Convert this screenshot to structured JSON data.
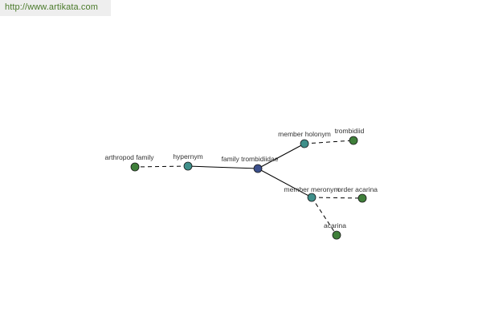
{
  "header": {
    "url": "http://www.artikata.com"
  },
  "colors": {
    "center_node": "#3b4f8c",
    "relation_node": "#3f8f8a",
    "leaf_node": "#3f7f3a",
    "edge": "#000000",
    "url_text": "#4a7a2a"
  },
  "graph": {
    "nodes": [
      {
        "id": "center",
        "label": "family trombidiidae",
        "kind": "center"
      },
      {
        "id": "hypernym",
        "label": "hypernym",
        "kind": "relation"
      },
      {
        "id": "holonym",
        "label": "member holonym",
        "kind": "relation"
      },
      {
        "id": "meronym",
        "label": "member meronym",
        "kind": "relation"
      },
      {
        "id": "arthropod",
        "label": "arthropod family",
        "kind": "leaf"
      },
      {
        "id": "trombidiid",
        "label": "trombidiid",
        "kind": "leaf"
      },
      {
        "id": "order",
        "label": "order acarina",
        "kind": "leaf"
      },
      {
        "id": "acarina",
        "label": "acarina",
        "kind": "leaf"
      }
    ],
    "edges": [
      {
        "from": "center",
        "to": "hypernym",
        "style": "solid"
      },
      {
        "from": "center",
        "to": "holonym",
        "style": "solid"
      },
      {
        "from": "center",
        "to": "meronym",
        "style": "solid"
      },
      {
        "from": "hypernym",
        "to": "arthropod",
        "style": "dashed"
      },
      {
        "from": "holonym",
        "to": "trombidiid",
        "style": "dashed"
      },
      {
        "from": "meronym",
        "to": "order",
        "style": "dashed"
      },
      {
        "from": "meronym",
        "to": "acarina",
        "style": "dashed"
      }
    ]
  }
}
